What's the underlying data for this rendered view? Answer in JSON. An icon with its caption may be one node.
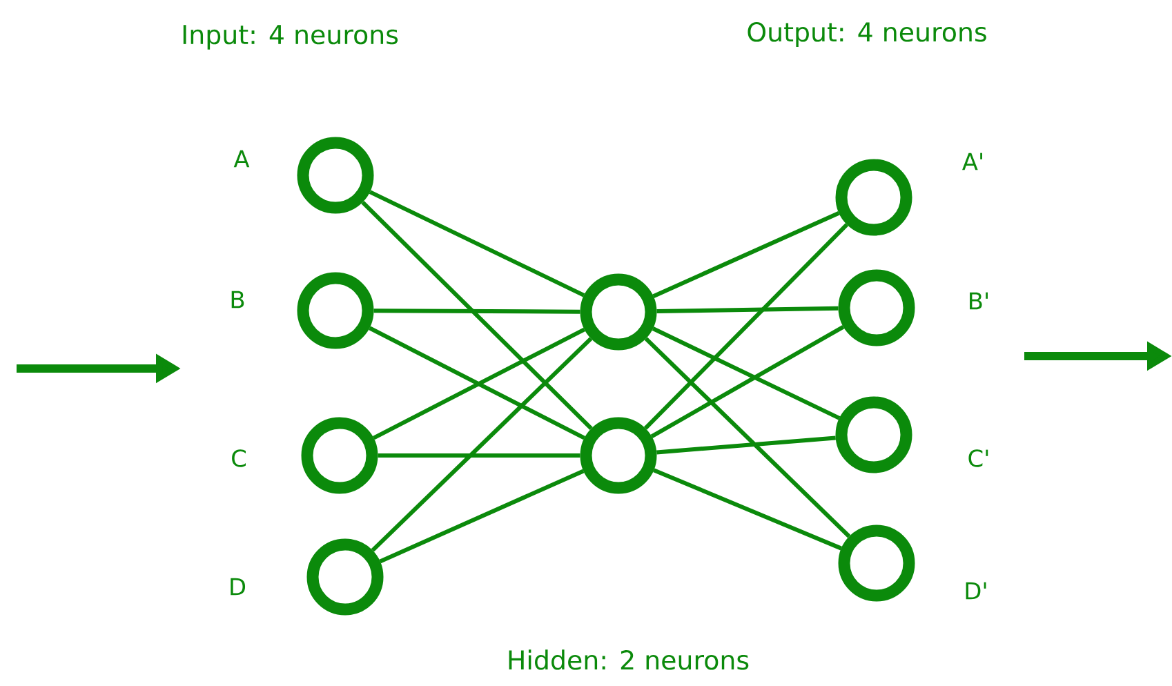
{
  "diagram": {
    "nodes": [
      {
        "text": [],
        "shape": "circle",
        "beside": [
          "A"
        ]
      },
      {
        "text": [],
        "shape": "circle",
        "beside": [
          "B"
        ]
      },
      {
        "text": [],
        "shape": "circle",
        "beside": [
          "C"
        ]
      },
      {
        "text": [],
        "shape": "circle",
        "beside": [
          "D"
        ]
      },
      {
        "text": [],
        "shape": "circle"
      },
      {
        "text": [],
        "shape": "circle"
      },
      {
        "text": [],
        "shape": "circle",
        "beside": [
          "A'"
        ]
      },
      {
        "text": [],
        "shape": "circle",
        "beside": [
          "B'"
        ]
      },
      {
        "text": [],
        "shape": "circle",
        "beside": [
          "C'"
        ]
      },
      {
        "text": [],
        "shape": "circle",
        "beside": [
          "D'"
        ]
      }
    ],
    "edges": [
      {
        "from": 0,
        "to": 4,
        "arrow": "none"
      },
      {
        "from": 0,
        "to": 5,
        "arrow": "none"
      },
      {
        "from": 1,
        "to": 4,
        "arrow": "none"
      },
      {
        "from": 1,
        "to": 5,
        "arrow": "none"
      },
      {
        "from": 2,
        "to": 4,
        "arrow": "none"
      },
      {
        "from": 2,
        "to": 5,
        "arrow": "none"
      },
      {
        "from": 3,
        "to": 4,
        "arrow": "none"
      },
      {
        "from": 3,
        "to": 5,
        "arrow": "none"
      },
      {
        "from": 4,
        "to": 6,
        "arrow": "none"
      },
      {
        "from": 4,
        "to": 7,
        "arrow": "none"
      },
      {
        "from": 4,
        "to": 8,
        "arrow": "none"
      },
      {
        "from": 4,
        "to": 9,
        "arrow": "none"
      },
      {
        "from": 5,
        "to": 6,
        "arrow": "none"
      },
      {
        "from": 5,
        "to": 7,
        "arrow": "none"
      },
      {
        "from": 5,
        "to": 8,
        "arrow": "none"
      },
      {
        "from": 5,
        "to": 9,
        "arrow": "none"
      }
    ],
    "labels": [
      "Input: 4 neurons",
      "Output: 4 neurons",
      "Hidden: 2 neurons"
    ]
  }
}
